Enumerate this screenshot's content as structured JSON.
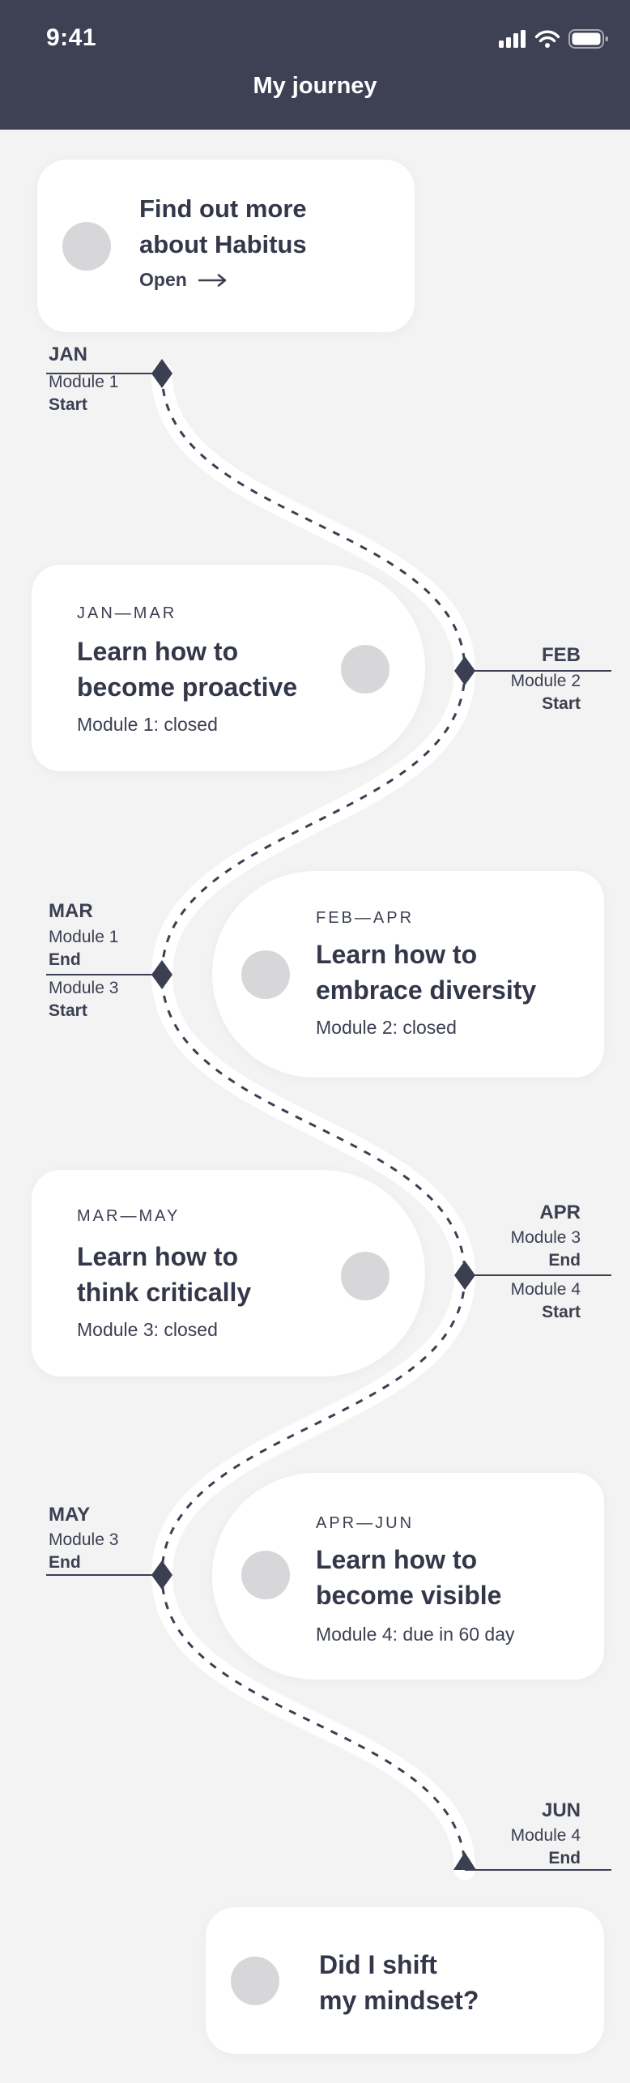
{
  "status_bar": {
    "time": "9:41"
  },
  "header": {
    "title": "My journey"
  },
  "intro_card": {
    "title_line1": "Find out more",
    "title_line2": "about Habitus",
    "action_label": "Open"
  },
  "timeline": {
    "jan": {
      "month": "JAN",
      "below_module": "Module 1",
      "below_status": "Start"
    },
    "feb": {
      "month": "FEB",
      "below_module": "Module 2",
      "below_status": "Start"
    },
    "mar": {
      "month": "MAR",
      "above_module": "Module 1",
      "above_status": "End",
      "below_module": "Module 3",
      "below_status": "Start"
    },
    "apr": {
      "month": "APR",
      "above_module": "Module 3",
      "above_status": "End",
      "below_module": "Module 4",
      "below_status": "Start"
    },
    "may": {
      "month": "MAY",
      "above_module": "Module 3",
      "above_status": "End"
    },
    "jun": {
      "month": "JUN",
      "above_module": "Module 4",
      "above_status": "End"
    }
  },
  "cards": [
    {
      "eyebrow": "JAN—MAR",
      "title_line1": "Learn how to",
      "title_line2": "become proactive",
      "subtitle": "Module 1: closed"
    },
    {
      "eyebrow": "FEB—APR",
      "title_line1": "Learn how to",
      "title_line2": "embrace diversity",
      "subtitle": "Module 2: closed"
    },
    {
      "eyebrow": "MAR—MAY",
      "title_line1": "Learn how to",
      "title_line2": "think critically",
      "subtitle": "Module 3: closed"
    },
    {
      "eyebrow": "APR—JUN",
      "title_line1": "Learn how to",
      "title_line2": "become visible",
      "subtitle": "Module 4: due in 60 day"
    }
  ],
  "final_card": {
    "title_line1": "Did I shift",
    "title_line2": "my mindset?"
  },
  "colors": {
    "header_bg": "#3E4153",
    "page_bg": "#F3F3F3",
    "card_bg": "#FFFFFF",
    "text": "#3B3F51",
    "circle": "#D7D7D9"
  }
}
